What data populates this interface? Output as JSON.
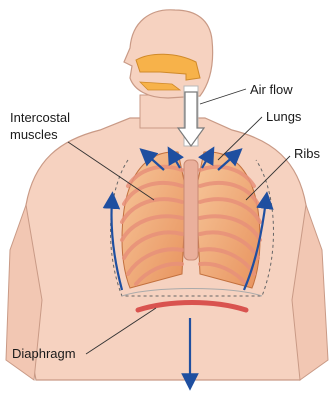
{
  "labels": {
    "air_flow": "Air flow",
    "lungs": "Lungs",
    "ribs": "Ribs",
    "intercostal_line1": "Intercostal",
    "intercostal_line2": "muscles",
    "diaphragm": "Diaphragm"
  },
  "colors": {
    "skin": "#f6d2c0",
    "skin_outline": "#c99a86",
    "airway": "#f7b24a",
    "lung": "#f2b27e",
    "rib": "#e8917a",
    "arrow": "#1f4fa0",
    "diaphragm": "#d9534f"
  }
}
